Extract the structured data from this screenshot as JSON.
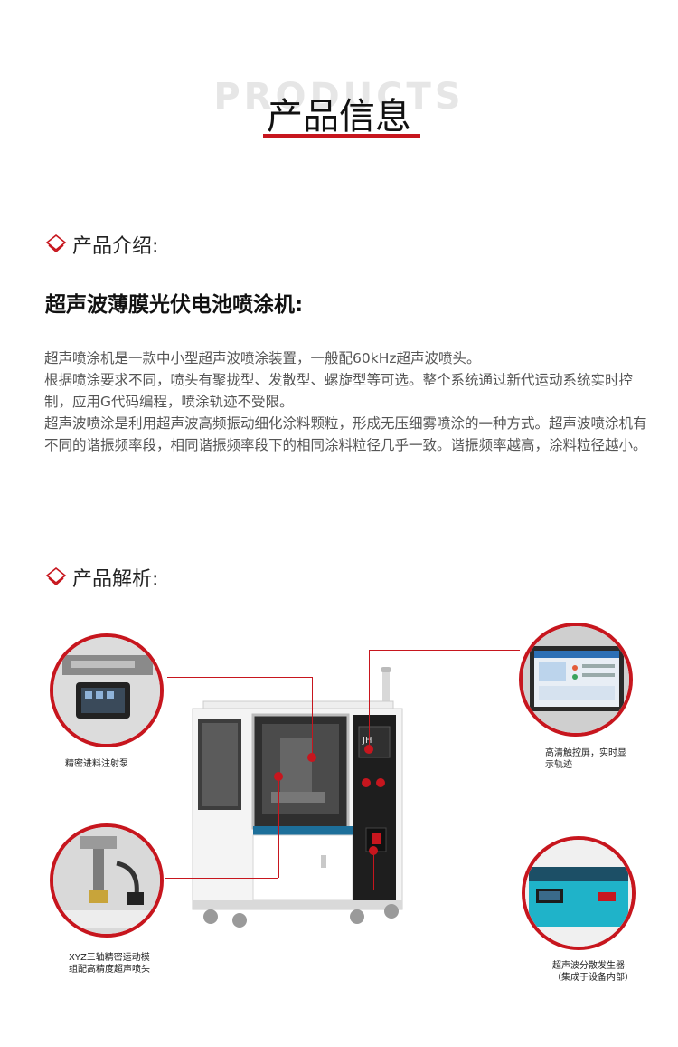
{
  "header": {
    "bg_word": "PRODUCTS",
    "title": "产品信息"
  },
  "intro": {
    "heading": "产品介绍:",
    "product_name": "超声波薄膜光伏电池喷涂机:",
    "paragraphs": [
      "超声喷涂机是一款中小型超声波喷涂装置，一般配60kHz超声波喷头。",
      "根据喷涂要求不同，喷头有聚拢型、发散型、螺旋型等可选。整个系统通过新代运动系统实时控制，应用G代码编程，喷涂轨迹不受限。",
      "超声波喷涂是利用超声波高频振动细化涂料颗粒，形成无压细雾喷涂的一种方式。超声波喷涂机有不同的谐振频率段，相同谐振频率段下的相同涂料粒径几乎一致。谐振频率越高，涂料粒径越小。"
    ]
  },
  "analysis": {
    "heading": "产品解析:",
    "callouts": {
      "pump": "精密进料注射泵",
      "screen": "高清触控屏，实时显示轨迹",
      "xyz": "XYZ三轴精密运动模组配高精度超声喷头",
      "generator": "超声波分散发生器（集成于设备内部）"
    },
    "machine_logo": "JH"
  },
  "colors": {
    "accent": "#c7161e",
    "machine_stripe": "#1d6f9a"
  }
}
